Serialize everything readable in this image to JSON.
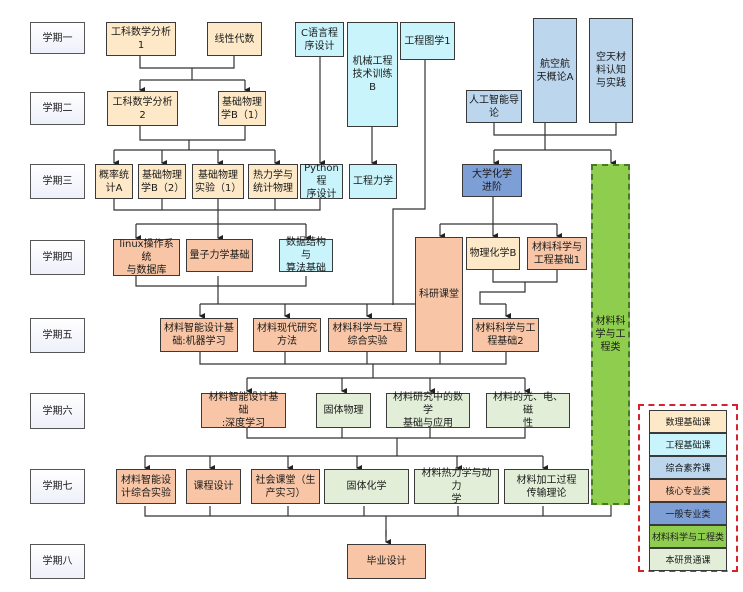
{
  "semesters": [
    "学期一",
    "学期二",
    "学期三",
    "学期四",
    "学期五",
    "学期六",
    "学期七",
    "学期八"
  ],
  "colors": {
    "math": "#fde9c7",
    "eng": "#c9f4fb",
    "gen": "#bcd6ee",
    "core": "#f8c6a6",
    "adv": "#7e9fd6",
    "mse": "#8fcd4f",
    "grad": "#e2eed8"
  },
  "courses": {
    "s1_math1": "工科数学分析1",
    "s1_linalg": "线性代数",
    "s1_c": "C语言程\n序设计",
    "s1_mech": "机械工程\n技术训练\nB",
    "s1_draw": "工程图学1",
    "s1_aero": "航空航\n天概论A",
    "s1_space": "空天材\n料认知\n与实践",
    "s2_ai": "人工智能导\n论",
    "s2_math2": "工科数学分析2",
    "s2_phys1": "基础物理\n学B（1）",
    "s3_prob": "概率统\n计A",
    "s3_phys2": "基础物理\n学B（2）",
    "s3_physlab": "基础物理\n实验（1）",
    "s3_thermo": "热力学与\n统计物理",
    "s3_python": "Python程\n序设计",
    "s3_engmech": "工程力学",
    "s3_chem": "大学化学\n进阶",
    "s4_linux": "linux操作系统\n与数据库",
    "s4_quantum": "量子力学基础",
    "s4_ds": "数据结构与\n算法基础",
    "s4_research": "科研课堂",
    "s4_physchem": "物理化学B",
    "s4_mse1": "材料科学与\n工程基础1",
    "s5_ml": "材料智能设计基\n础:机器学习",
    "s5_method": "材料现代研究\n方法",
    "s5_lab": "材料科学与工程\n综合实验",
    "s5_mse2": "材料科学与工\n程基础2",
    "mse_track": "材料科\n学与工\n程类",
    "s6_dl": "材料智能设计基础\n:深度学习",
    "s6_solid": "固体物理",
    "s6_mathapp": "材料研究中的数学\n基础与应用",
    "s6_optic": "材料的光、电、磁\n性",
    "s7_lab": "材料智能设\n计综合实验",
    "s7_design": "课程设计",
    "s7_social": "社会课堂（生\n产实习）",
    "s7_solidchem": "固体化学",
    "s7_thermo": "材料热力学与动力\n学",
    "s7_process": "材料加工过程\n传输理论",
    "s8_thesis": "毕业设计"
  },
  "legend": [
    {
      "label": "数理基础课",
      "category": "math"
    },
    {
      "label": "工程基础课",
      "category": "eng"
    },
    {
      "label": "综合素养课",
      "category": "gen"
    },
    {
      "label": "核心专业类",
      "category": "core"
    },
    {
      "label": "一般专业类",
      "category": "adv"
    },
    {
      "label": "材料科学与工程类",
      "category": "mse"
    },
    {
      "label": "本研贯通课",
      "category": "grad"
    }
  ]
}
